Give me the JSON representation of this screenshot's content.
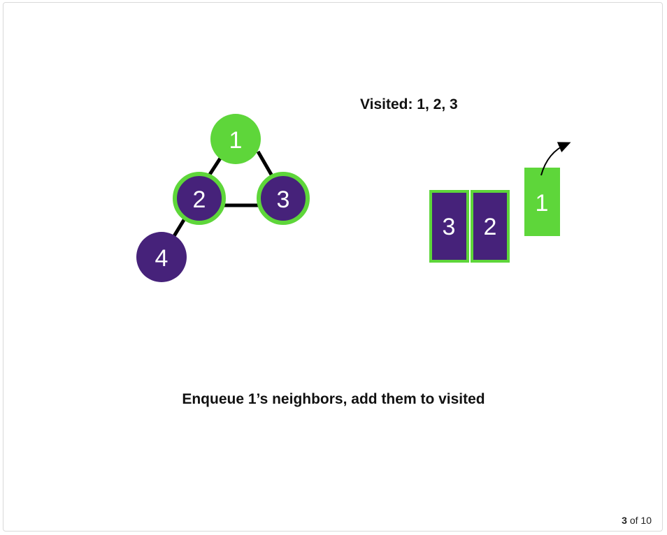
{
  "visited": {
    "label": "Visited: 1, 2, 3"
  },
  "caption": "Enqueue 1’s neighbors, add them to visited",
  "pager": {
    "current": "3",
    "separator": "of",
    "total": "10"
  },
  "graph": {
    "nodes": [
      {
        "label": "1",
        "state": "dequeued"
      },
      {
        "label": "2",
        "state": "visited"
      },
      {
        "label": "3",
        "state": "visited"
      },
      {
        "label": "4",
        "state": "unvisited"
      }
    ],
    "edges": [
      [
        "1",
        "2"
      ],
      [
        "1",
        "3"
      ],
      [
        "2",
        "3"
      ],
      [
        "2",
        "4"
      ]
    ]
  },
  "queue": {
    "items": [
      "3",
      "2"
    ],
    "dequeued": "1"
  },
  "colors": {
    "green": "#5ed63a",
    "purple": "#46227a",
    "edge": "#000000"
  }
}
